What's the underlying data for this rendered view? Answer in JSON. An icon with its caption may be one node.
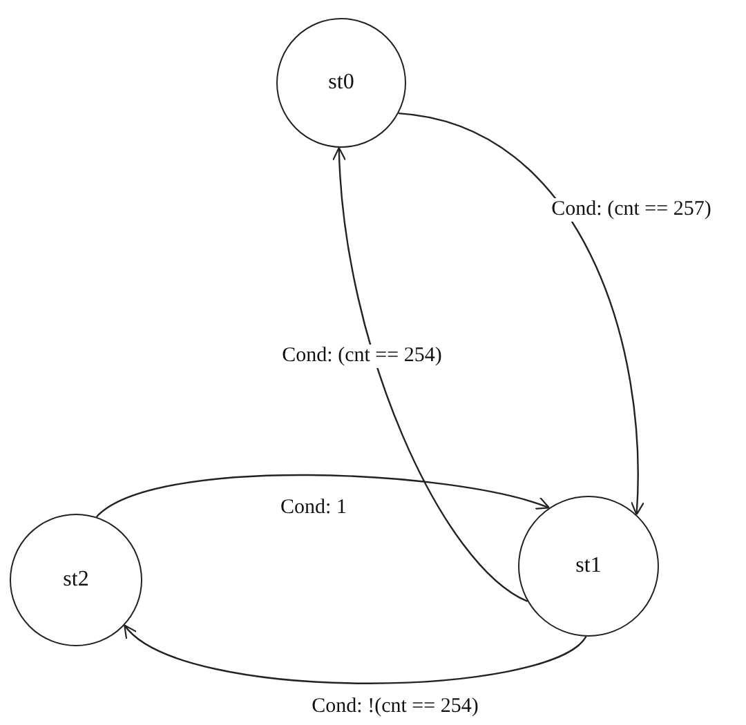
{
  "diagram": {
    "nodes": [
      {
        "text": [
          "st0"
        ]
      },
      {
        "text": [
          "st1"
        ]
      },
      {
        "text": [
          "st2"
        ]
      }
    ],
    "edges": [
      {
        "from": 0,
        "to": 1,
        "arrow": "to",
        "label": "Cond: (cnt == 257)"
      },
      {
        "from": 1,
        "to": 0,
        "arrow": "to",
        "label": "Cond: (cnt == 254)"
      },
      {
        "from": 2,
        "to": 1,
        "arrow": "to",
        "label": "Cond: 1"
      },
      {
        "from": 1,
        "to": 2,
        "arrow": "to",
        "label": "Cond: !(cnt == 254)"
      }
    ]
  }
}
